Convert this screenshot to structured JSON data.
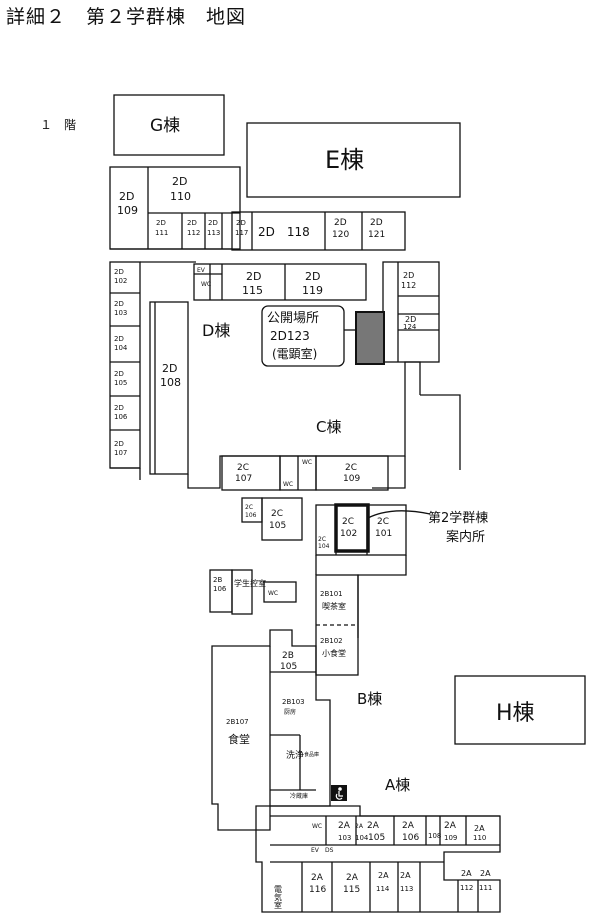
{
  "header": {
    "title": "詳細２　第２学群棟　地図",
    "floor": "１　階"
  },
  "buildings": {
    "G": "G棟",
    "E": "E棟",
    "H": "H棟",
    "D": "D棟",
    "C": "C棟",
    "B": "B棟",
    "A": "A棟"
  },
  "venue": {
    "line1": "公開場所",
    "line2": "2D123",
    "line3": "(電顕室)"
  },
  "annotation": {
    "line1": "第2学群棟",
    "line2": "案内所"
  },
  "rooms": {
    "d110a": "2D",
    "d110b": "110",
    "d109a": "2D",
    "d109b": "109",
    "d111a": "2D",
    "d111b": "111",
    "d112sa": "2D",
    "d112sb": "112",
    "d113a": "2D",
    "d113b": "113",
    "d117a": "2D",
    "d117b": "117",
    "d118": "2D　118",
    "d120a": "2D",
    "d120b": "120",
    "d121a": "2D",
    "d121b": "121",
    "d102a": "2D",
    "d102b": "102",
    "d103a": "2D",
    "d103b": "103",
    "d104a": "2D",
    "d104b": "104",
    "d105a": "2D",
    "d105b": "105",
    "d106a": "2D",
    "d106b": "106",
    "d107a": "2D",
    "d107b": "107",
    "ev1": "EV",
    "wc1": "WC",
    "d115a": "2D",
    "d115b": "115",
    "d119a": "2D",
    "d119b": "119",
    "d112a": "2D",
    "d112b": "112",
    "d124a": "2D",
    "d124b": "124",
    "d108a": "2D",
    "d108b": "108",
    "c107a": "2C",
    "c107b": "107",
    "c109a": "2C",
    "c109b": "109",
    "wc2": "WC",
    "wc3": "WC",
    "c106a": "2C",
    "c106b": "106",
    "c105a": "2C",
    "c105b": "105",
    "c102a": "2C",
    "c102b": "102",
    "c104a": "2C",
    "c104b": "104",
    "c101a": "2C",
    "c101b": "101",
    "b106a": "2B",
    "b106b": "106",
    "lounge": "学生控室",
    "wc4": "WC",
    "b101a": "2B101",
    "b101b": "喫茶室",
    "b102a": "2B102",
    "b102b": "小食堂",
    "b105a": "2B",
    "b105b": "105",
    "b103a": "2B103",
    "b103b": "厨房",
    "b107a": "2B107",
    "b107b": "食堂",
    "wash": "洗浄",
    "store": "食品庫",
    "stock": "冷蔵庫",
    "wc5": "WC",
    "ev2": "EV",
    "ds": "DS",
    "a103a": "2A",
    "a103b": "103",
    "a104a": "2A",
    "a104b": "104",
    "a105a": "2A",
    "a105b": "105",
    "a106a": "2A",
    "a106b": "106",
    "a108": "108",
    "a109a": "2A",
    "a109b": "109",
    "a110a": "2A",
    "a110b": "110",
    "elec": "電気室",
    "a116a": "2A",
    "a116b": "116",
    "a115a": "2A",
    "a115b": "115",
    "a114a": "2A",
    "a114b": "114",
    "a113a": "2A",
    "a113b": "113",
    "a112a": "2A",
    "a112b": "112",
    "a111a": "2A",
    "a111b": "111"
  }
}
